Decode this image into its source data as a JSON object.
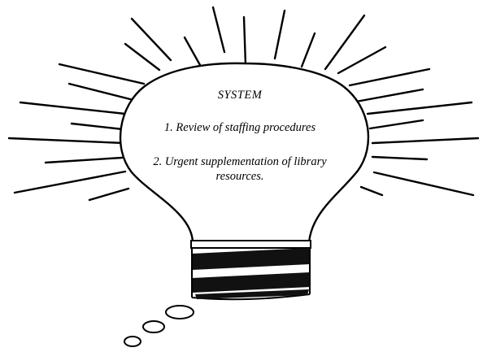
{
  "bulb": {
    "title": "SYSTEM",
    "items": [
      "1. Review of staffing procedures",
      "2. Urgent supplementation of library resources."
    ]
  },
  "colors": {
    "ink": "#000000",
    "background": "#ffffff"
  }
}
